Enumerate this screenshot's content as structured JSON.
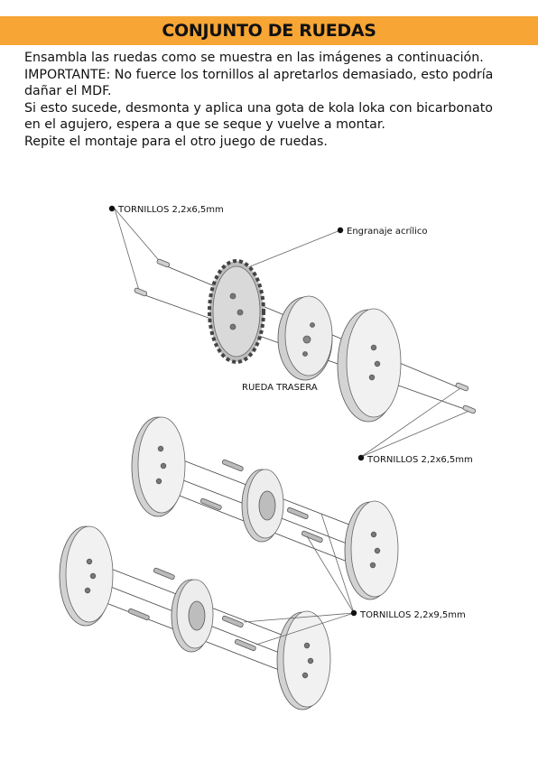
{
  "header": {
    "title": "CONJUNTO DE RUEDAS"
  },
  "instructions": [
    "Ensambla las ruedas como se muestra en las imágenes a continuación.",
    "IMPORTANTE: No fuerce los tornillos al apretarlos demasiado, esto podría",
    "dañar el MDF.",
    "Si esto sucede, desmonta y aplica una gota de kola loka con bicarbonato",
    "en el agujero, espera a que se seque y vuelve a montar.",
    "Repite el montaje para el otro juego de ruedas."
  ],
  "diagram": {
    "callout_screws_top": "TORNILLOS 2,2x6,5mm",
    "callout_gear": "Engranaje acrílico",
    "callout_rear_wheel": "RUEDA TRASERA",
    "callout_screws_mid": "TORNILLOS 2,2x6,5mm",
    "callout_screws_long": "TORNILLOS 2,2x9,5mm"
  },
  "colors": {
    "banner": "#f7a535"
  }
}
